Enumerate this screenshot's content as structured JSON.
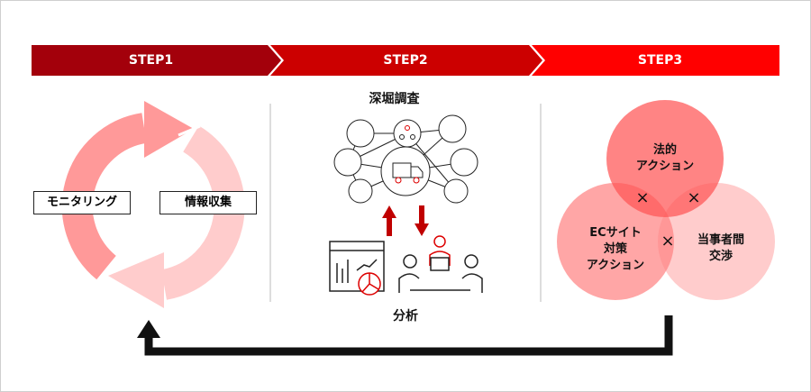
{
  "steps": [
    {
      "label": "STEP1",
      "color": "#a3000b"
    },
    {
      "label": "STEP2",
      "color": "#cc0000"
    },
    {
      "label": "STEP3",
      "color": "#ff0000"
    }
  ],
  "step1": {
    "cycle_labels": [
      "モニタリング",
      "情報収集"
    ]
  },
  "step2": {
    "top_label": "深堀調査",
    "bottom_label": "分析"
  },
  "step3": {
    "circles": [
      {
        "line1": "法的",
        "line2": "アクション"
      },
      {
        "line1": "ECサイト",
        "line2": "対策",
        "line3": "アクション"
      },
      {
        "line1": "当事者間",
        "line2": "交渉"
      }
    ],
    "cross": "×"
  }
}
